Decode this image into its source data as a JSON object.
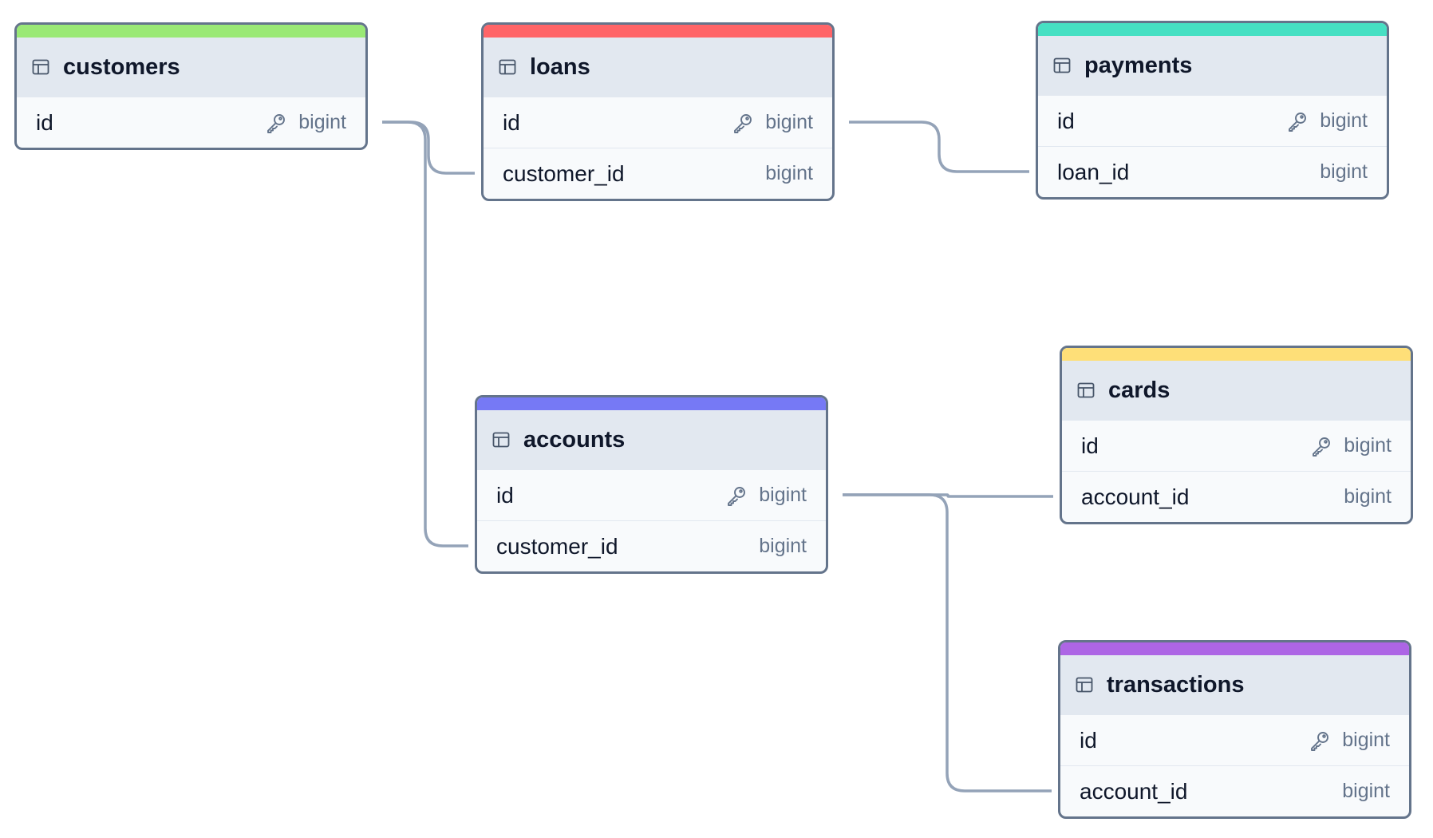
{
  "colors": {
    "node_border": "#64748b",
    "header_bg": "#e2e8f0",
    "row_bg": "#f8fafc",
    "connector": "#94a3b8",
    "type_text": "#64748b"
  },
  "tables": [
    {
      "id": "customers",
      "name": "customers",
      "color": "#9ae975",
      "icon": "table-icon",
      "columns": [
        {
          "name": "id",
          "type": "bigint",
          "primary_key": true,
          "key_icon": "key-icon"
        }
      ]
    },
    {
      "id": "loans",
      "name": "loans",
      "color": "#ff6467",
      "icon": "table-icon",
      "columns": [
        {
          "name": "id",
          "type": "bigint",
          "primary_key": true,
          "key_icon": "key-icon"
        },
        {
          "name": "customer_id",
          "type": "bigint",
          "primary_key": false
        }
      ]
    },
    {
      "id": "payments",
      "name": "payments",
      "color": "#46e0c3",
      "icon": "table-icon",
      "columns": [
        {
          "name": "id",
          "type": "bigint",
          "primary_key": true,
          "key_icon": "key-icon"
        },
        {
          "name": "loan_id",
          "type": "bigint",
          "primary_key": false
        }
      ]
    },
    {
      "id": "accounts",
      "name": "accounts",
      "color": "#7679f5",
      "icon": "table-icon",
      "columns": [
        {
          "name": "id",
          "type": "bigint",
          "primary_key": true,
          "key_icon": "key-icon"
        },
        {
          "name": "customer_id",
          "type": "bigint",
          "primary_key": false
        }
      ]
    },
    {
      "id": "cards",
      "name": "cards",
      "color": "#fedf78",
      "icon": "table-icon",
      "columns": [
        {
          "name": "id",
          "type": "bigint",
          "primary_key": true,
          "key_icon": "key-icon"
        },
        {
          "name": "account_id",
          "type": "bigint",
          "primary_key": false
        }
      ]
    },
    {
      "id": "transactions",
      "name": "transactions",
      "color": "#ad65e5",
      "icon": "table-icon",
      "columns": [
        {
          "name": "id",
          "type": "bigint",
          "primary_key": true,
          "key_icon": "key-icon"
        },
        {
          "name": "account_id",
          "type": "bigint",
          "primary_key": false
        }
      ]
    }
  ],
  "relationships": [
    {
      "from_table": "customers",
      "from_column": "id",
      "to_table": "loans",
      "to_column": "customer_id"
    },
    {
      "from_table": "customers",
      "from_column": "id",
      "to_table": "accounts",
      "to_column": "customer_id"
    },
    {
      "from_table": "loans",
      "from_column": "id",
      "to_table": "payments",
      "to_column": "loan_id"
    },
    {
      "from_table": "accounts",
      "from_column": "id",
      "to_table": "cards",
      "to_column": "account_id"
    },
    {
      "from_table": "accounts",
      "from_column": "id",
      "to_table": "transactions",
      "to_column": "account_id"
    }
  ]
}
